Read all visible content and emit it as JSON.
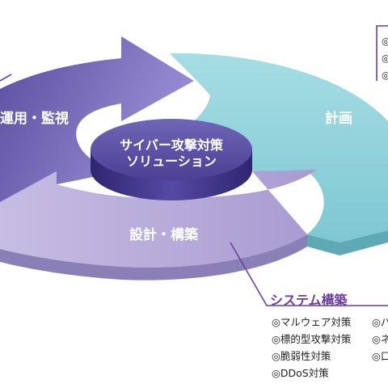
{
  "diagram": {
    "center": {
      "line1": "サイバー攻撃対策",
      "line2": "ソリューション"
    },
    "stages": {
      "operation": "運用・監視",
      "planning": "計画",
      "design": "設計・構築"
    },
    "callout": {
      "title": "システム構築",
      "items_left": [
        "◎マルウェア対策",
        "◎標的型攻撃対策",
        "◎脆弱性対策",
        "◎DDoS対策"
      ],
      "items_right_visible": [
        "◎パ",
        "◎ネ",
        "◎口"
      ]
    },
    "top_right_partial": {
      "bullets": [
        "◎",
        "◎",
        "◎"
      ]
    },
    "colors": {
      "purple_dark": "#5b4ea3",
      "purple_mid": "#8c80c8",
      "lavender": "#b8abd8",
      "teal": "#8fd0d9",
      "accent": "#6a3fa0"
    }
  }
}
